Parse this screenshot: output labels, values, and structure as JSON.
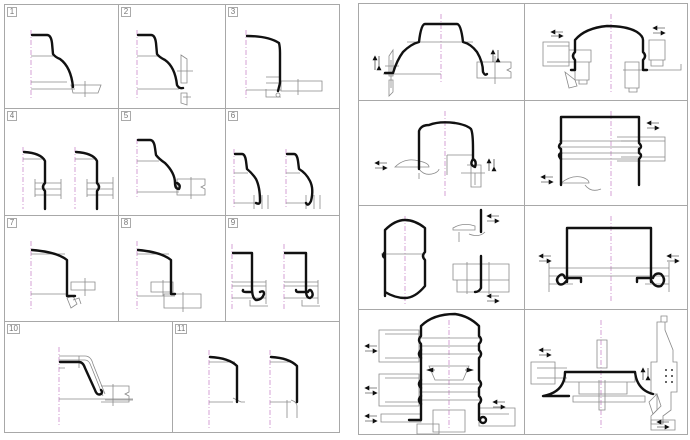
{
  "figure": {
    "title": "",
    "left_group": {
      "description": "Numbered process steps for forming a can end / lid profile",
      "panels": [
        {
          "label": "1",
          "description": "initial profile with base"
        },
        {
          "label": "2",
          "description": "profile with forming roll"
        },
        {
          "label": "3",
          "description": "curved top profile with flange tool"
        },
        {
          "label": "4",
          "description": "beading wall, two stages"
        },
        {
          "label": "5",
          "description": "curl formation with roller"
        },
        {
          "label": "6",
          "description": "curl completion, two stages"
        },
        {
          "label": "7",
          "description": "flange trimming"
        },
        {
          "label": "8",
          "description": "flange with support die"
        },
        {
          "label": "9",
          "description": "double seaming, two stages"
        },
        {
          "label": "10",
          "description": "stacked profile with seaming roll"
        },
        {
          "label": "11",
          "description": "finished wall profile, two variants"
        }
      ]
    },
    "right_group": {
      "description": "Forming tool arrangements with motion arrows",
      "panels": [
        {
          "id": "r1",
          "description": "dome profile with vertical-motion tools"
        },
        {
          "id": "r2",
          "description": "necked body with horizontal-motion rollers"
        },
        {
          "id": "r3",
          "description": "cup with curl and side rollers"
        },
        {
          "id": "r4",
          "description": "cylindrical body with beading rollers"
        },
        {
          "id": "r5",
          "description": "rounded body with flanging tools"
        },
        {
          "id": "r6",
          "description": "seamed cylinder with side rollers"
        },
        {
          "id": "r7",
          "description": "multi-bead body with expansion tools"
        },
        {
          "id": "r8",
          "description": "spinning tool with mandrel and tailstock"
        }
      ]
    },
    "icons": {
      "motion_arrow_horizontal": "double-arrow-left-right",
      "motion_arrow_vertical": "double-arrow-up-down"
    },
    "colors": {
      "profile": "#111111",
      "tool_outline": "#8a8a8a",
      "centerline": "#c27bc2",
      "frame": "#a8a8a8"
    }
  }
}
